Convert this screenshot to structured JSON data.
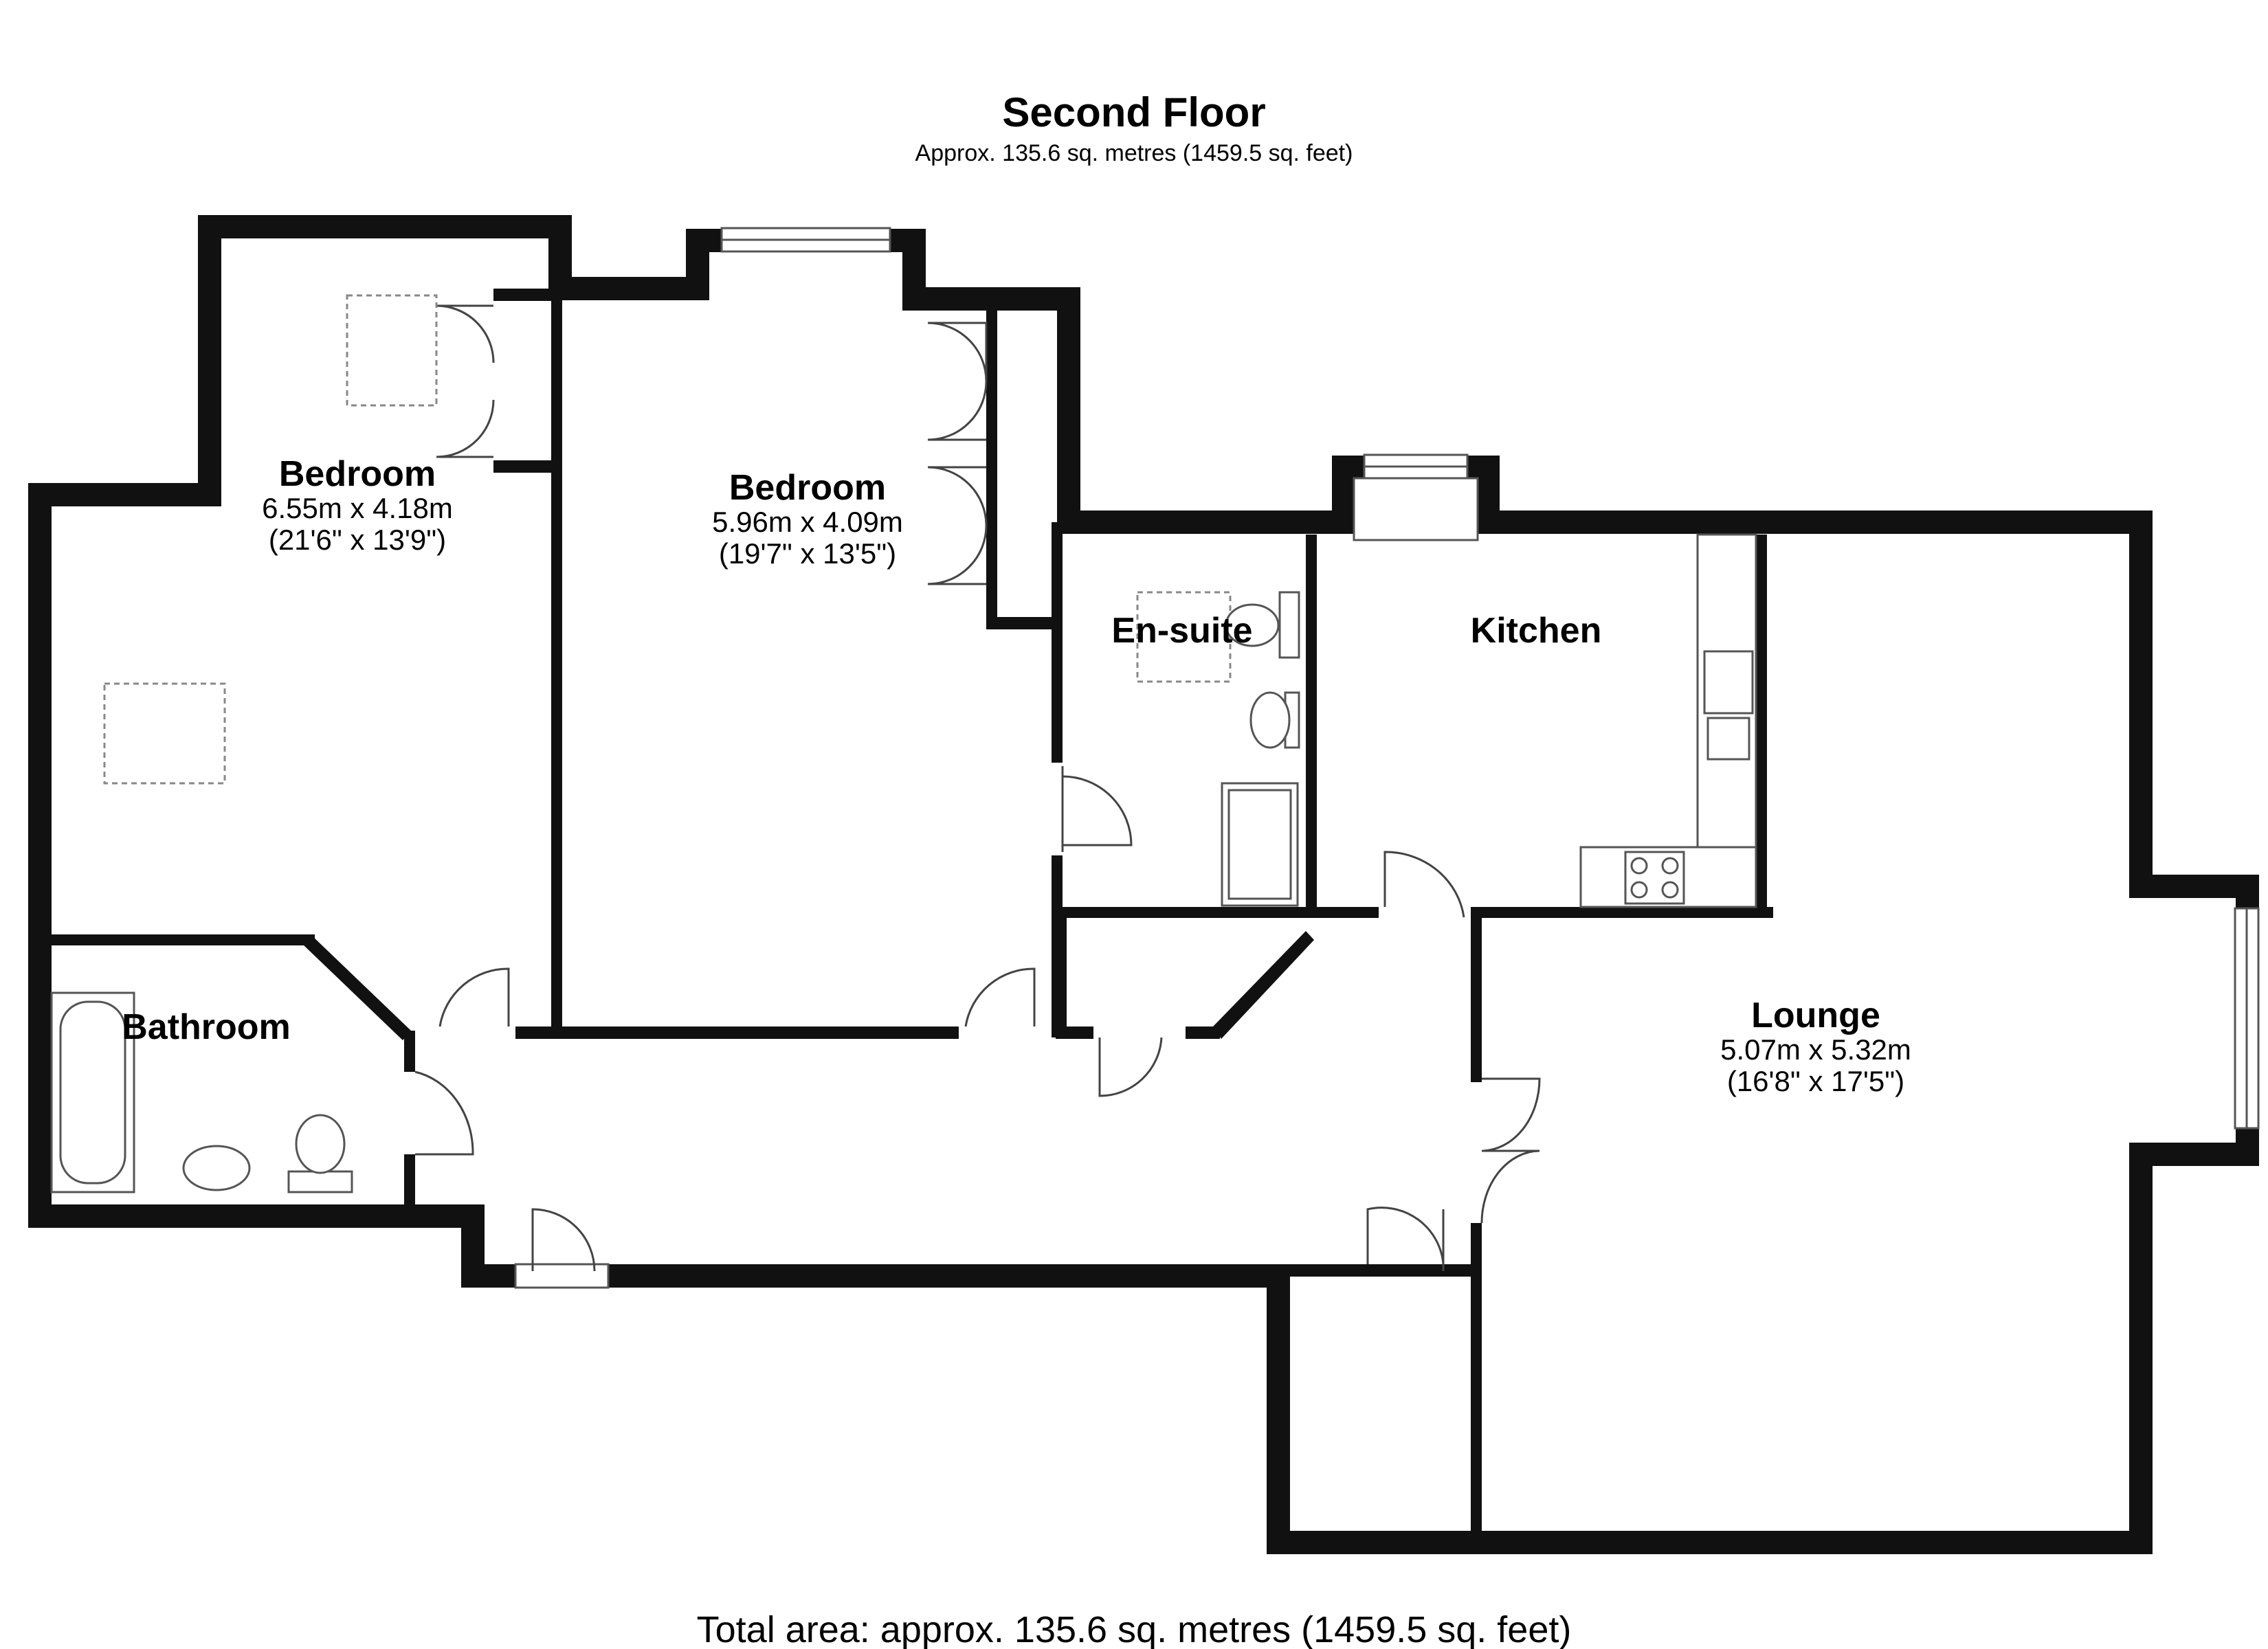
{
  "header": {
    "title": "Second Floor",
    "subtitle": "Approx. 135.6 sq. metres (1459.5 sq. feet)"
  },
  "rooms": [
    {
      "id": "bedroom-1",
      "name": "Bedroom",
      "dim_metric": "6.55m x 4.18m",
      "dim_imperial": "(21'6\" x 13'9\")"
    },
    {
      "id": "bedroom-2",
      "name": "Bedroom",
      "dim_metric": "5.96m x 4.09m",
      "dim_imperial": "(19'7\" x 13'5\")"
    },
    {
      "id": "en-suite",
      "name": "En-suite"
    },
    {
      "id": "kitchen",
      "name": "Kitchen"
    },
    {
      "id": "bathroom",
      "name": "Bathroom"
    },
    {
      "id": "lounge",
      "name": "Lounge",
      "dim_metric": "5.07m x 5.32m",
      "dim_imperial": "(16'8\" x 17'5\")"
    }
  ],
  "footer": {
    "total": "Total area: approx. 135.6 sq. metres (1459.5 sq. feet)"
  },
  "colors": {
    "wall": "#111111",
    "line": "#555555",
    "background": "#ffffff"
  }
}
